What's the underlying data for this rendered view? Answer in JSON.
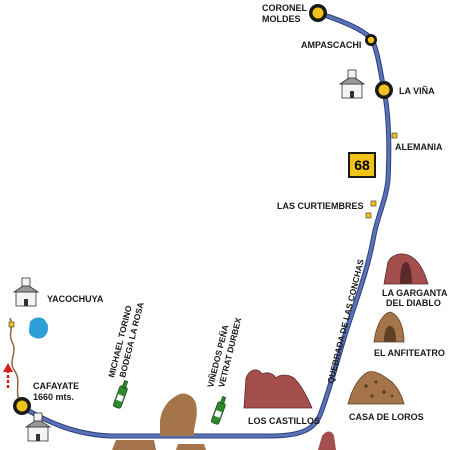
{
  "places": {
    "coronel_moldes": [
      "CORONEL",
      "MOLDES"
    ],
    "ampascachi": "AMPASCACHI",
    "la_vina": "LA VIÑA",
    "alemania": "ALEMANIA",
    "route_number": "68",
    "las_curtiembres": "LAS CURTIEMBRES",
    "quebrada": "QUEBRADA DE LAS CONCHAS",
    "garganta": [
      "LA GARGANTA",
      "DEL DIABLO"
    ],
    "anfiteatro": "EL ANFITEATRO",
    "casa_de_loros": "CASA DE LOROS",
    "los_castillos": "LOS CASTILLOS",
    "yacochuya": "YACOCHUYA",
    "cafayate": [
      "CAFAYATE",
      "1660 mts."
    ],
    "michael_torino": [
      "MICHAEL TORINO",
      "BODEGA LA ROSA"
    ],
    "vinedos_pena": [
      "VIÑEDOS PEÑA",
      "VETRAT DURBEX"
    ]
  },
  "colors": {
    "route": "#5b72b8",
    "route_outline": "#2d3f7a",
    "town_dot": "#f2c41a",
    "shield": "#f2c41a",
    "rock_red": "#a44e4e",
    "rock_brown": "#a6744a",
    "bottle": "#2f8a2f",
    "lake": "#2e9fd6",
    "trail": "#8b6a3e",
    "arrow": "#d81f1f"
  },
  "icons": [
    "chapel-icon",
    "town-marker-icon",
    "wine-bottle-icon",
    "rock-formation-icon",
    "route-shield-icon",
    "direction-arrow-icon"
  ]
}
